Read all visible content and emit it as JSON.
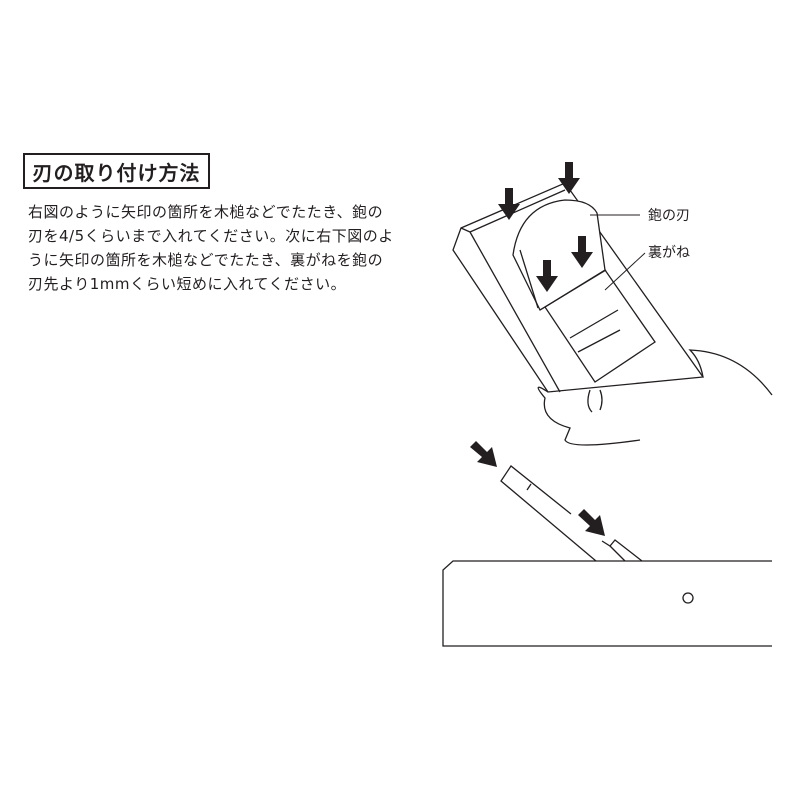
{
  "section": {
    "title": "刃の取り付け方法",
    "body": "右図のように矢印の箇所を木槌などでたたき、鉋の刃を4/5くらいまで入れてください。次に右下図のように矢印の箇所を木槌などでたたき、裏がねを鉋の刃先より1mmくらい短めに入れてください。"
  },
  "illustration": {
    "labels": {
      "blade": "鉋の刃",
      "chipbreaker": "裏がね"
    },
    "arrow_color": "#231f20"
  }
}
